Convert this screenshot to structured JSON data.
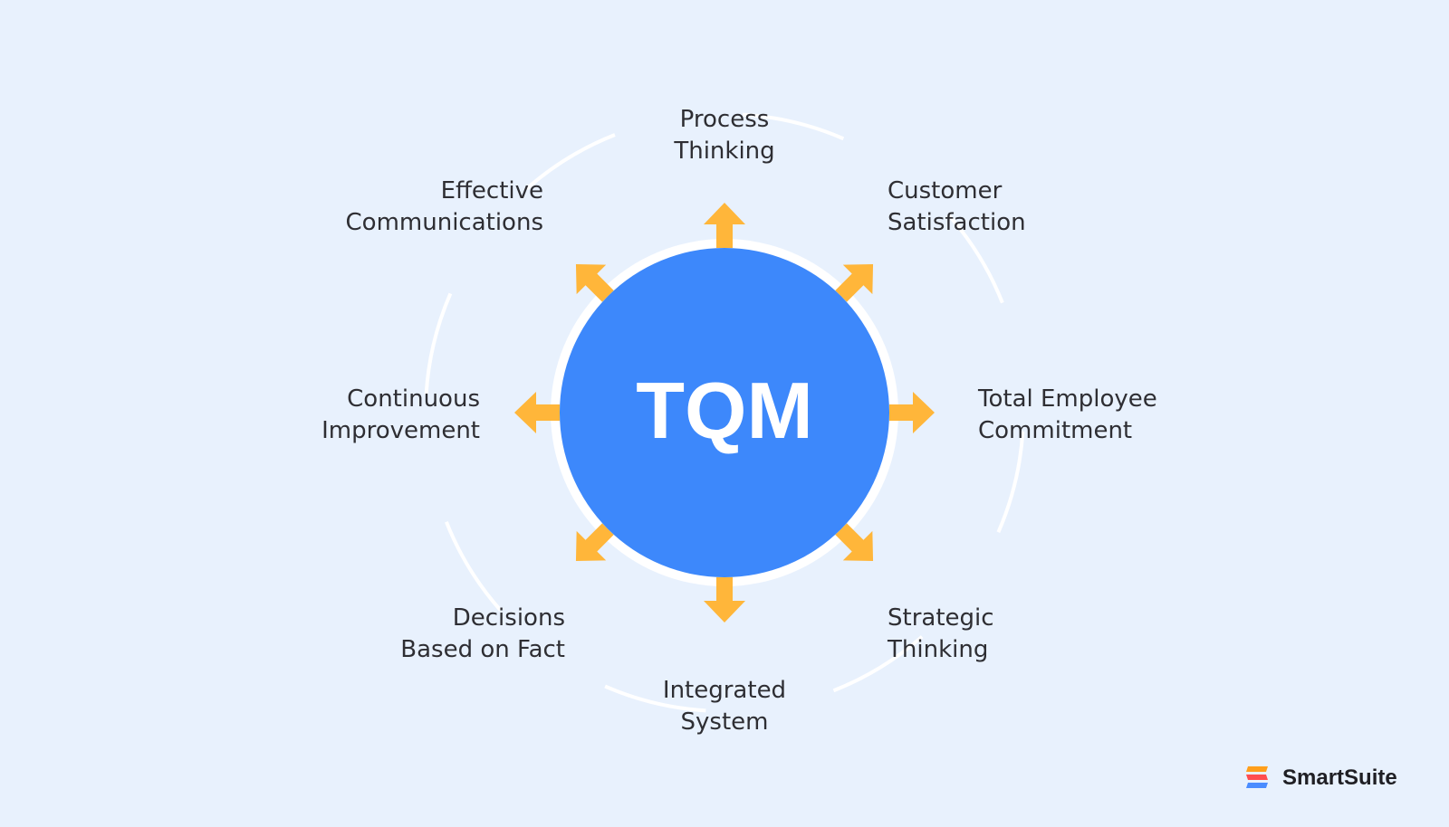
{
  "center": {
    "text": "TQM"
  },
  "principles": [
    {
      "id": "process-thinking",
      "lines": [
        "Process",
        "Thinking"
      ]
    },
    {
      "id": "customer-satisfaction",
      "lines": [
        "Customer",
        "Satisfaction"
      ]
    },
    {
      "id": "total-employee-commitment",
      "lines": [
        "Total Employee",
        "Commitment"
      ]
    },
    {
      "id": "strategic-thinking",
      "lines": [
        "Strategic",
        "Thinking"
      ]
    },
    {
      "id": "integrated-system",
      "lines": [
        "Integrated",
        "System"
      ]
    },
    {
      "id": "decisions-based-on-fact",
      "lines": [
        "Decisions",
        "Based on Fact"
      ]
    },
    {
      "id": "continuous-improvement",
      "lines": [
        "Continuous",
        "Improvement"
      ]
    },
    {
      "id": "effective-communications",
      "lines": [
        "Effective",
        "Communications"
      ]
    }
  ],
  "brand": {
    "name": "SmartSuite",
    "icon": "smartsuite-logo-icon"
  },
  "colors": {
    "background": "#e8f1fd",
    "circle": "#3d88fb",
    "arrow": "#ffb63a",
    "ring": "#ffffff",
    "text": "#2e2e33",
    "logo": [
      "#ff9f1c",
      "#ff4d4f",
      "#4a8cff"
    ]
  }
}
